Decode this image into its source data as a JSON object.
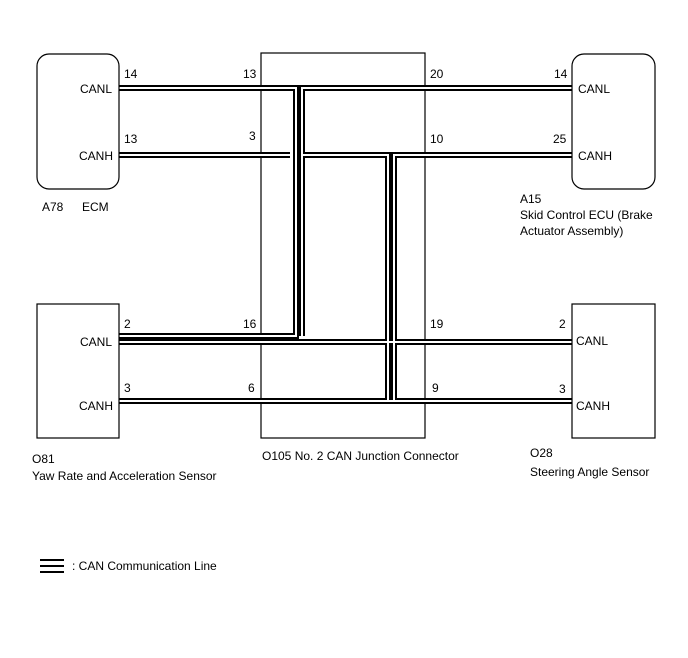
{
  "components": {
    "ecm": {
      "code": "A78",
      "name": "ECM",
      "canl_label": "CANL",
      "canh_label": "CANH",
      "canl_pin": "14",
      "canh_pin": "13"
    },
    "skid": {
      "code": "A15",
      "name_line1": "Skid Control ECU (Brake",
      "name_line2": "Actuator Assembly)",
      "canl_label": "CANL",
      "canh_label": "CANH",
      "canl_pin": "14",
      "canh_pin": "25"
    },
    "yaw": {
      "code": "O81",
      "name": "Yaw Rate and Acceleration Sensor",
      "canl_label": "CANL",
      "canh_label": "CANH",
      "canl_pin": "2",
      "canh_pin": "3"
    },
    "steer": {
      "code": "O28",
      "name": "Steering Angle Sensor",
      "canl_label": "CANL",
      "canh_label": "CANH",
      "canl_pin": "2",
      "canh_pin": "3"
    },
    "junction": {
      "label": "O105  No. 2 CAN Junction Connector",
      "pins": {
        "ecm_l": "13",
        "ecm_h": "3",
        "skid_l": "20",
        "skid_h": "10",
        "yaw_l": "16",
        "yaw_h": "6",
        "steer_l": "19",
        "steer_h": "9"
      }
    }
  },
  "legend": {
    "text": ": CAN Communication Line"
  }
}
